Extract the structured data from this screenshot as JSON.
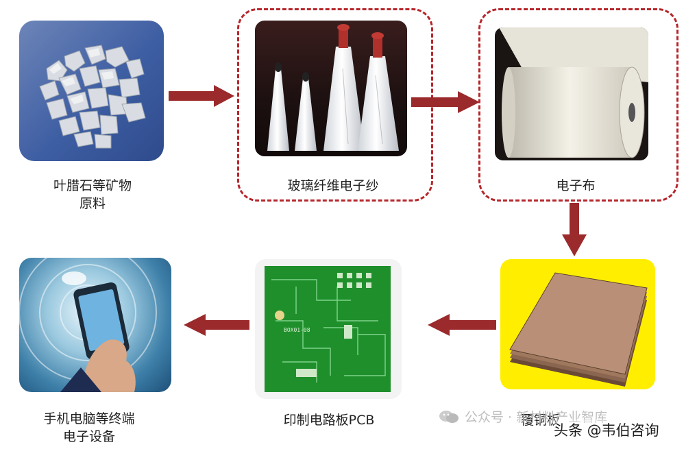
{
  "steps": [
    {
      "line1": "叶腊石等矿物",
      "line2": "原料"
    },
    {
      "line1": "玻璃纤维电子纱",
      "line2": ""
    },
    {
      "line1": "电子布",
      "line2": ""
    },
    {
      "line1": "覆铜板",
      "line2": ""
    },
    {
      "line1": "印制电路板PCB",
      "line2": ""
    },
    {
      "line1": "手机电脑等终端",
      "line2": "电子设备"
    }
  ],
  "highlighted_steps": [
    "玻璃纤维电子纱",
    "电子布"
  ],
  "pcb_silkscreen": "BOX01-08",
  "watermarks": {
    "wechat": "公众号 · 新材料产业智库",
    "toutiao": "头条 @韦伯咨询"
  },
  "colors": {
    "arrow": "#9b2a2c",
    "dashed_border": "#b5262b",
    "pcb_green": "#1f8f2c",
    "laminate_bg": "#ffee00"
  }
}
